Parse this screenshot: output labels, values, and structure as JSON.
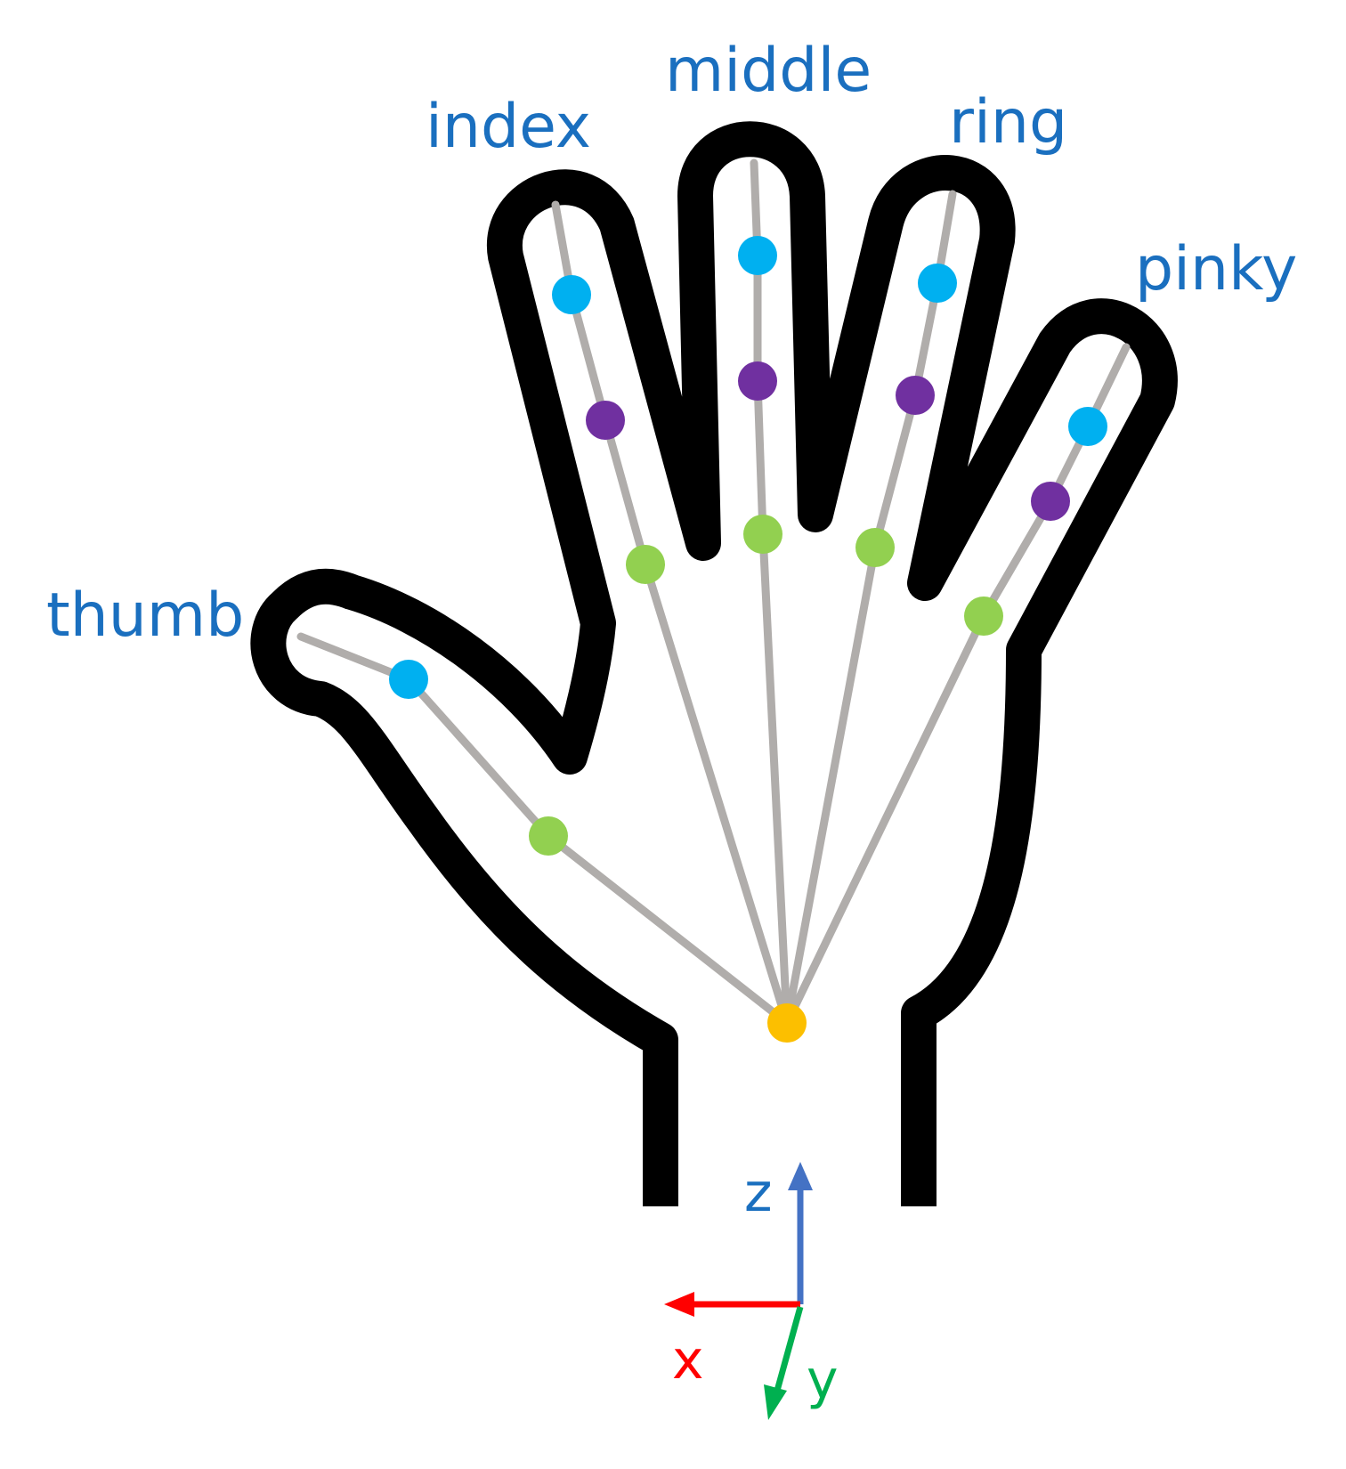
{
  "labels": {
    "thumb": "thumb",
    "index": "index",
    "middle": "middle",
    "ring": "ring",
    "pinky": "pinky"
  },
  "axes": {
    "x": "x",
    "y": "y",
    "z": "z"
  },
  "colors": {
    "outline": "#000000",
    "bone": "#b0adab",
    "label": "#1a6fbf",
    "wrist_joint": "#fcbf00",
    "base_joint": "#92d050",
    "middle_joint": "#7030a0",
    "tip_joint": "#00b0f0",
    "axis_x": "#ff0000",
    "axis_y": "#00b050",
    "axis_z": "#4472c4"
  }
}
